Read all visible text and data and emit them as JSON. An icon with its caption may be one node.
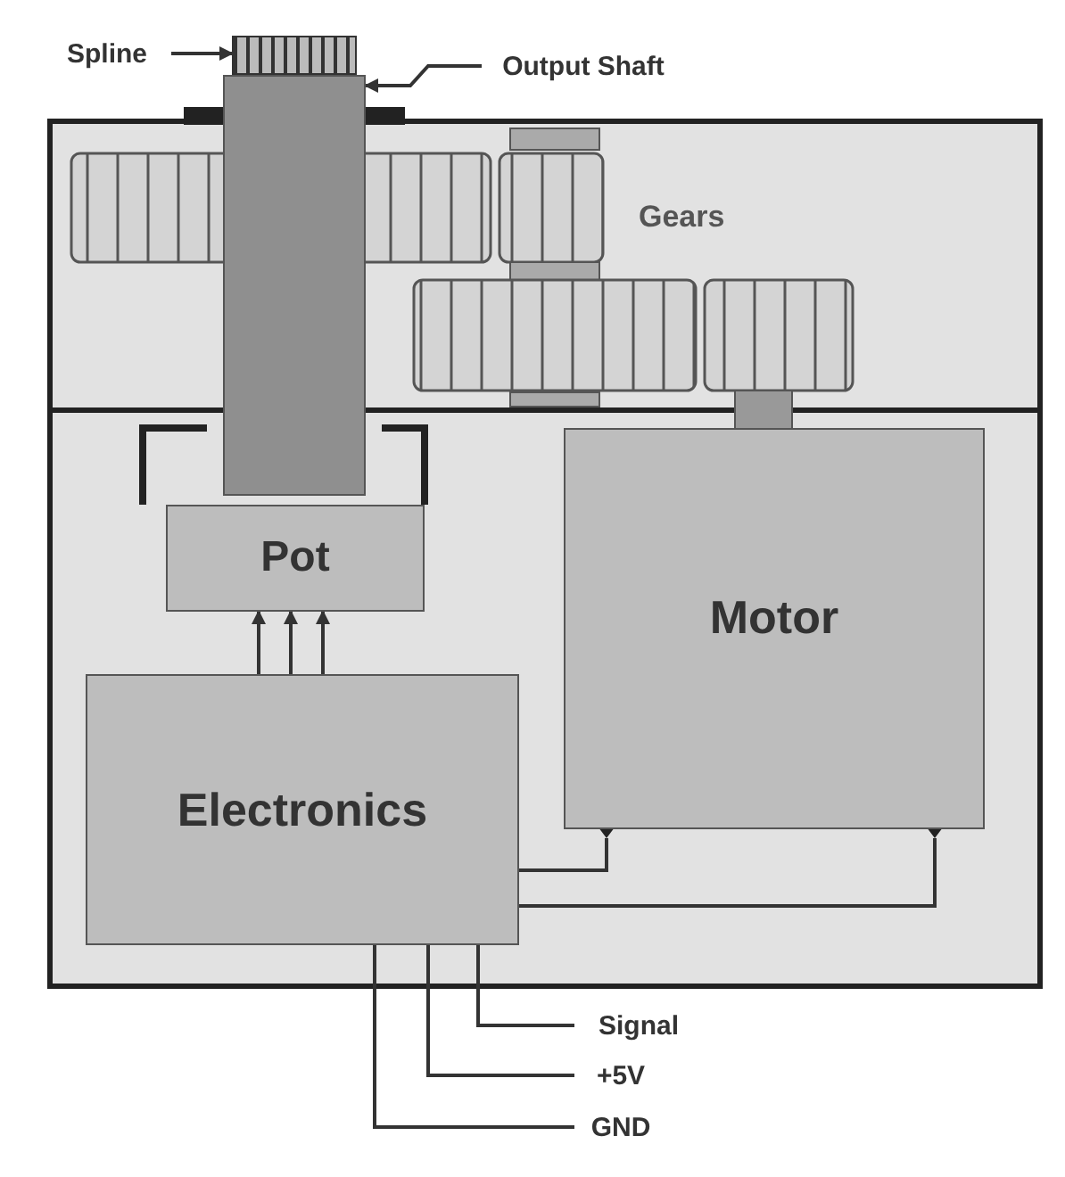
{
  "diagram": {
    "nodes": [
      {
        "text": [
          "Spline"
        ]
      },
      {
        "text": [],
        "shape": "box"
      },
      {
        "text": [
          "Output Shaft"
        ]
      },
      {
        "text": [],
        "shape": "box"
      },
      {
        "text": [
          "Pot"
        ]
      },
      {
        "text": [
          "Motor"
        ]
      },
      {
        "text": [
          "Electronics"
        ]
      },
      {
        "text": [
          "Signal"
        ]
      },
      {
        "text": [
          "+5V"
        ]
      },
      {
        "text": [
          "GND"
        ]
      }
    ],
    "edges": [
      {
        "from": 0,
        "to": 1,
        "arrow": "to"
      },
      {
        "from": 2,
        "to": 3,
        "arrow": "to"
      },
      {
        "from": 6,
        "to": 4,
        "arrow": "to"
      },
      {
        "from": 6,
        "to": 4,
        "arrow": "to"
      },
      {
        "from": 6,
        "to": 4,
        "arrow": "to"
      },
      {
        "from": 6,
        "to": 5,
        "arrow": "none"
      },
      {
        "from": 6,
        "to": 5,
        "arrow": "none"
      },
      {
        "from": 6,
        "to": 7,
        "arrow": "none"
      },
      {
        "from": 6,
        "to": 8,
        "arrow": "none"
      },
      {
        "from": 6,
        "to": 9,
        "arrow": "none"
      }
    ],
    "labels": [
      "Gears"
    ]
  }
}
